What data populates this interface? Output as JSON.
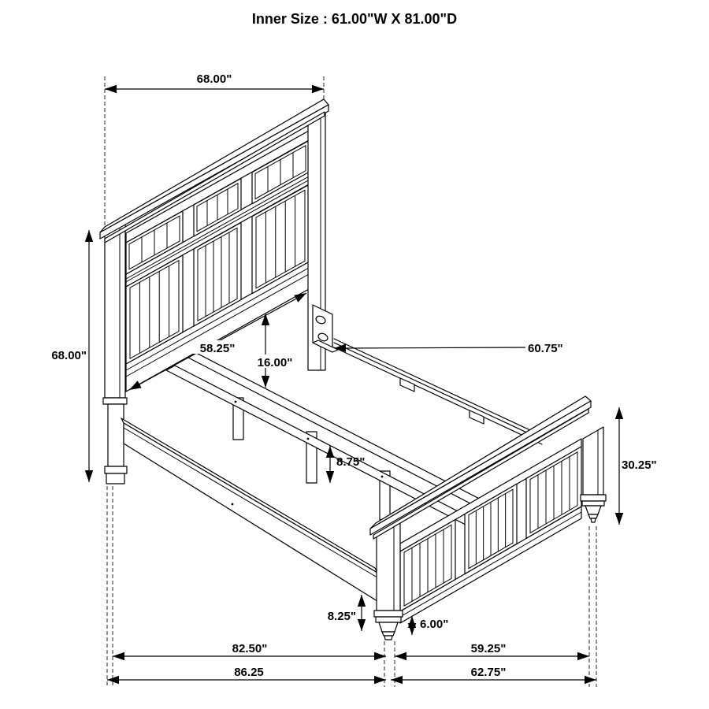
{
  "title": "Inner Size : 61.00\"W X 81.00\"D",
  "dims": {
    "headboard_width": "68.00\"",
    "headboard_height": "68.00\"",
    "headboard_inner_width": "58.25\"",
    "under_clearance": "16.00\"",
    "side_rail_length": "60.75\"",
    "center_leg_height": "8.75\"",
    "footboard_height": "30.25\"",
    "rail_to_floor": "8.25\"",
    "foot_height": "6.00\"",
    "inner_depth": "82.50\"",
    "footboard_inner_width": "59.25\"",
    "overall_depth": "86.25",
    "footboard_overall_width": "62.75\""
  }
}
